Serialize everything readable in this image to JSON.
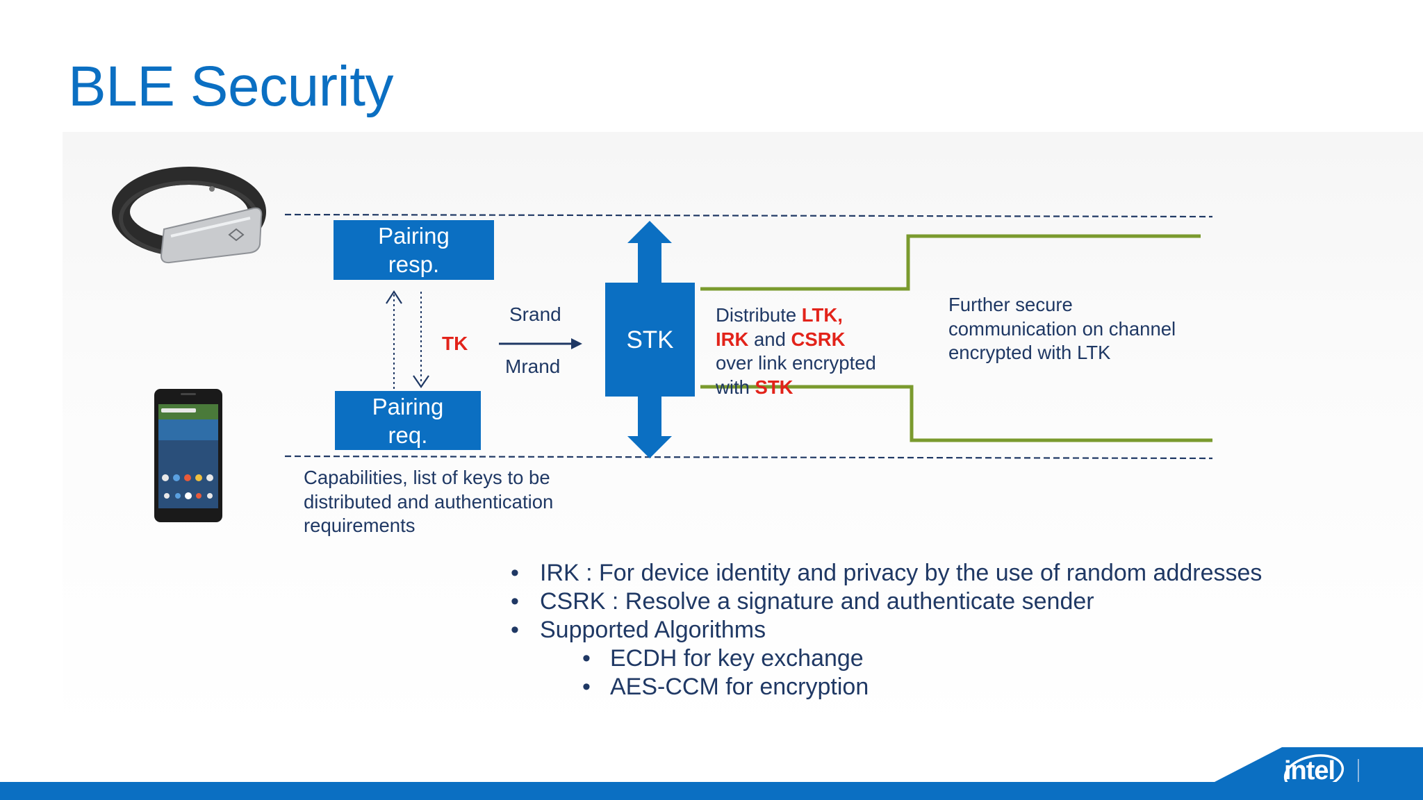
{
  "slide": {
    "title": "BLE Security"
  },
  "diagram": {
    "pairing_resp": "Pairing\nresp.",
    "pairing_req": "Pairing\nreq.",
    "tk": "TK",
    "srand": "Srand",
    "mrand": "Mrand",
    "stk": "STK",
    "distribute": {
      "word_distribute": "Distribute ",
      "ltk": "LTK,",
      "irk": "IRK",
      "and": " and ",
      "csrk": "CSRK",
      "line3": "over link encrypted",
      "line4_prefix": "with ",
      "line4_stk": "STK"
    },
    "further": "Further secure\ncommunication on channel\nencrypted with LTK",
    "capabilities": "Capabilities, list of keys to be\ndistributed and authentication\nrequirements"
  },
  "bullets": [
    {
      "text": "IRK : For device identity and privacy by the use of random addresses",
      "level": 1
    },
    {
      "text": "CSRK : Resolve a signature and authenticate sender",
      "level": 1
    },
    {
      "text": "Supported Algorithms",
      "level": 1
    },
    {
      "text": "ECDH for key exchange",
      "level": 2
    },
    {
      "text": "AES-CCM for encryption",
      "level": 2
    }
  ],
  "bullet_char": "•",
  "logo": {
    "brand": "intel"
  },
  "colors": {
    "brand_blue": "#0b6fc2",
    "key_red": "#e2231a",
    "text_navy": "#1f3864",
    "channel_green": "#7a9a2e"
  },
  "icons": [
    "fitness-band-icon",
    "smartphone-icon",
    "intel-logo-icon"
  ]
}
